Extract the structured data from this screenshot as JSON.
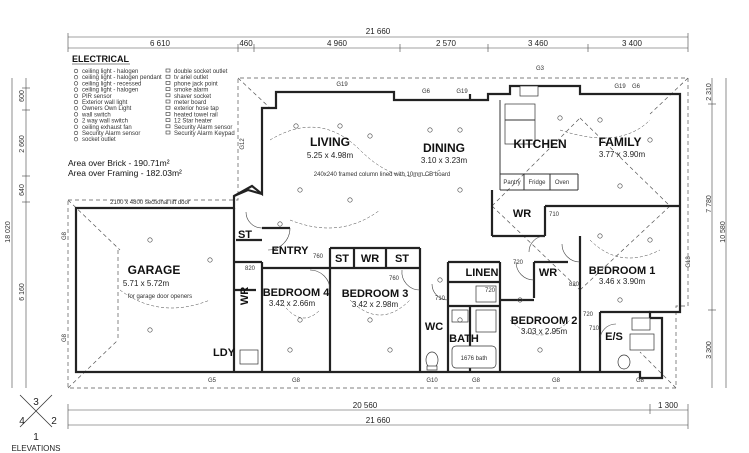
{
  "dimensions": {
    "top_total": "21 660",
    "top_segments": [
      "6 610",
      "460",
      "4 960",
      "2 570",
      "3 460",
      "3 400"
    ],
    "bottom_segments": [
      "20 560",
      "1 300"
    ],
    "bottom_total": "21 660",
    "left_total": "18 020",
    "left_segments": [
      "600",
      "2 660",
      "640",
      "6 160"
    ],
    "right_segments": [
      "2 310",
      "7 780",
      "10 580",
      "3 300"
    ]
  },
  "legend": {
    "title": "ELECTRICAL",
    "col1": [
      "ceiling light - halogen",
      "ceiling light - halogen pendant",
      "ceiling light - recessed",
      "ceiling light - halogen",
      "PIR sensor",
      "Exterior wall light",
      "Owners Own Light",
      "wall switch",
      "2 way wall switch",
      "ceiling exhaust fan",
      "Security Alarm sensor",
      "socket outlet"
    ],
    "col2": [
      "double socket outlet",
      "tv ariel outlet",
      "phone jack point",
      "smoke alarm",
      "shaver socket",
      "meter board",
      "exterior hose tap",
      "heated towel rail",
      "12 Star heater",
      "Security Alarm sensor",
      "Security Alarm Keypad"
    ]
  },
  "areas": {
    "brick": "Area over Brick -    190.71m²",
    "framing": "Area over Framing - 182.03m²"
  },
  "rooms": {
    "living": {
      "name": "LIVING",
      "size": "5.25 x 4.98m"
    },
    "dining": {
      "name": "DINING",
      "size": "3.10 x 3.23m"
    },
    "kitchen": {
      "name": "KITCHEN"
    },
    "family": {
      "name": "FAMILY",
      "size": "3.77 x 3.90m"
    },
    "garage": {
      "name": "GARAGE",
      "size": "5.71 x 5.72m"
    },
    "entry": {
      "name": "ENTRY"
    },
    "st1": {
      "name": "ST"
    },
    "st2": {
      "name": "ST"
    },
    "st3": {
      "name": "ST"
    },
    "wr1": {
      "name": "WR"
    },
    "wr2": {
      "name": "WR"
    },
    "wr3": {
      "name": "WR"
    },
    "wr4": {
      "name": "WR"
    },
    "bed4": {
      "name": "BEDROOM 4",
      "size": "3.42 x 2.66m"
    },
    "bed3": {
      "name": "BEDROOM 3",
      "size": "3.42 x 2.98m"
    },
    "bed2": {
      "name": "BEDROOM 2",
      "size": "3.03 x 2.95m"
    },
    "bed1": {
      "name": "BEDROOM 1",
      "size": "3.46 x 3.90m"
    },
    "linen": {
      "name": "LINEN"
    },
    "wc": {
      "name": "WC"
    },
    "bath": {
      "name": "BATH"
    },
    "es": {
      "name": "E/S"
    },
    "ldy": {
      "name": "LDY"
    }
  },
  "fixtures": {
    "pantry": "Pantry",
    "fridge": "Fridge",
    "oven": "Oven",
    "bath_size": "1676 bath",
    "garage_door": "2100 x 4800 sectional lift door",
    "living_note": "240x240 framed column lined with 10mm CB board",
    "garage_note": "for garage door openers"
  },
  "windows": [
    "G19",
    "G6",
    "G19",
    "G3",
    "G19",
    "G6",
    "G12",
    "G8",
    "G8",
    "G5",
    "G8",
    "G10",
    "G8",
    "G8",
    "G8",
    "G18"
  ],
  "door_codes": [
    "710",
    "820",
    "760",
    "760",
    "710",
    "720",
    "820",
    "720",
    "710",
    "720"
  ],
  "elevations": {
    "label": "ELEVATIONS",
    "numbers": [
      "3",
      "4",
      "2",
      "1"
    ]
  }
}
